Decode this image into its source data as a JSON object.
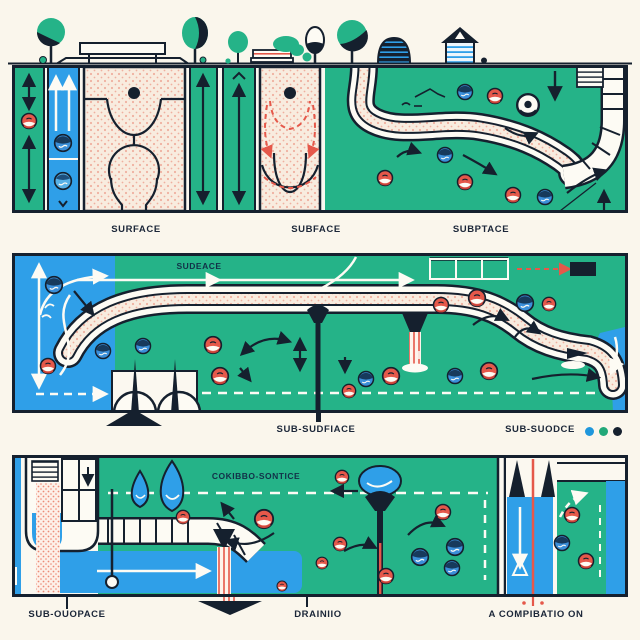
{
  "illustration": "Three-panel schematic illustration of surface and sub-surface drainage flows",
  "panels": {
    "top": {
      "name": "surface strips cross-section",
      "labels": [
        "SURFACE",
        "SUBFACE",
        "SUBPTACE"
      ]
    },
    "middle": {
      "inner_label": "SUDEACE",
      "labels": [
        "SUB-SUDFIACE",
        "SUB-SUODCE"
      ],
      "legend_dot_colors": [
        "#1f97dc",
        "#21a878",
        "#15202e"
      ]
    },
    "bottom": {
      "inner_label": "COKIBBO-SONTICE",
      "labels": [
        "SUB-OUOPACE",
        "DRAINIIO",
        "A COMPIBATIO ON"
      ]
    }
  },
  "colors": {
    "background": "#faf6ec",
    "panel_background": "#fbf8f0",
    "green": "#25b388",
    "blue": "#2f9fe8",
    "ink": "#15202e",
    "red": "#e5584a",
    "channel_fill": "#f8ecdf",
    "channel_dots": "#efb0a0"
  },
  "icons": {
    "tree": "circle canopy with dark crescent and trunk",
    "picnic-table": "white outlined table",
    "bench": "red striped bench",
    "bush": "green blob",
    "topiary": "dark dome with blue stripes",
    "house": "dark roof with blue striped wall",
    "street-lamp": "dark tee post",
    "funnel": "dark funnel pouring red striped stream",
    "bridge-arches": "two white arches with dark spires",
    "legend-dots": "blue green black dots"
  }
}
